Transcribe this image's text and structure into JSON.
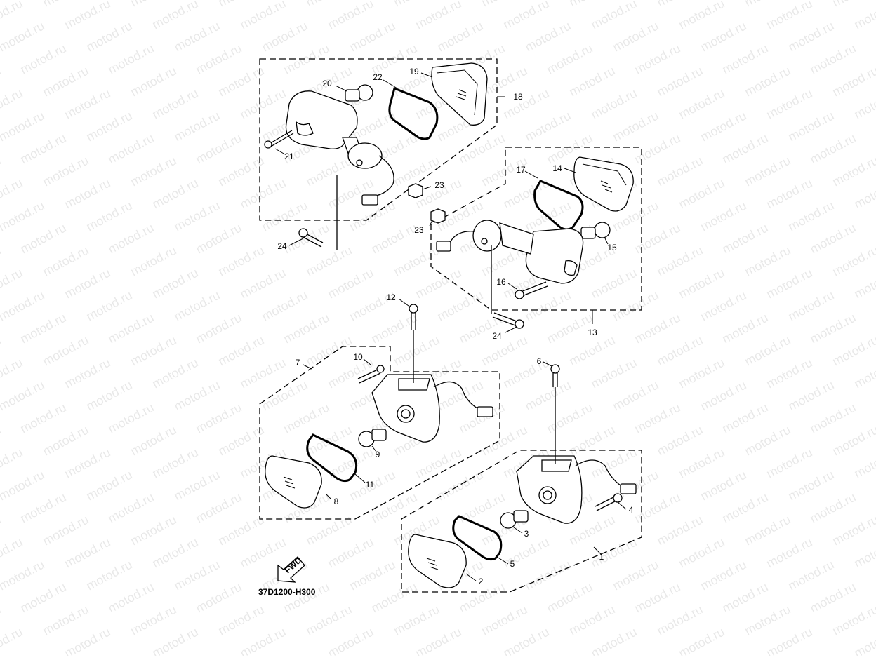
{
  "watermark": {
    "text": "motod.ru"
  },
  "diagram": {
    "code": "37D1200-H300",
    "fwd_label": "FWD"
  },
  "callouts": [
    "1",
    "2",
    "3",
    "4",
    "5",
    "6",
    "7",
    "8",
    "9",
    "10",
    "11",
    "12",
    "13",
    "14",
    "15",
    "16",
    "17",
    "18",
    "19",
    "20",
    "21",
    "22",
    "23",
    "23",
    "24",
    "24"
  ],
  "colors": {
    "line": "#000000",
    "background": "#ffffff"
  }
}
